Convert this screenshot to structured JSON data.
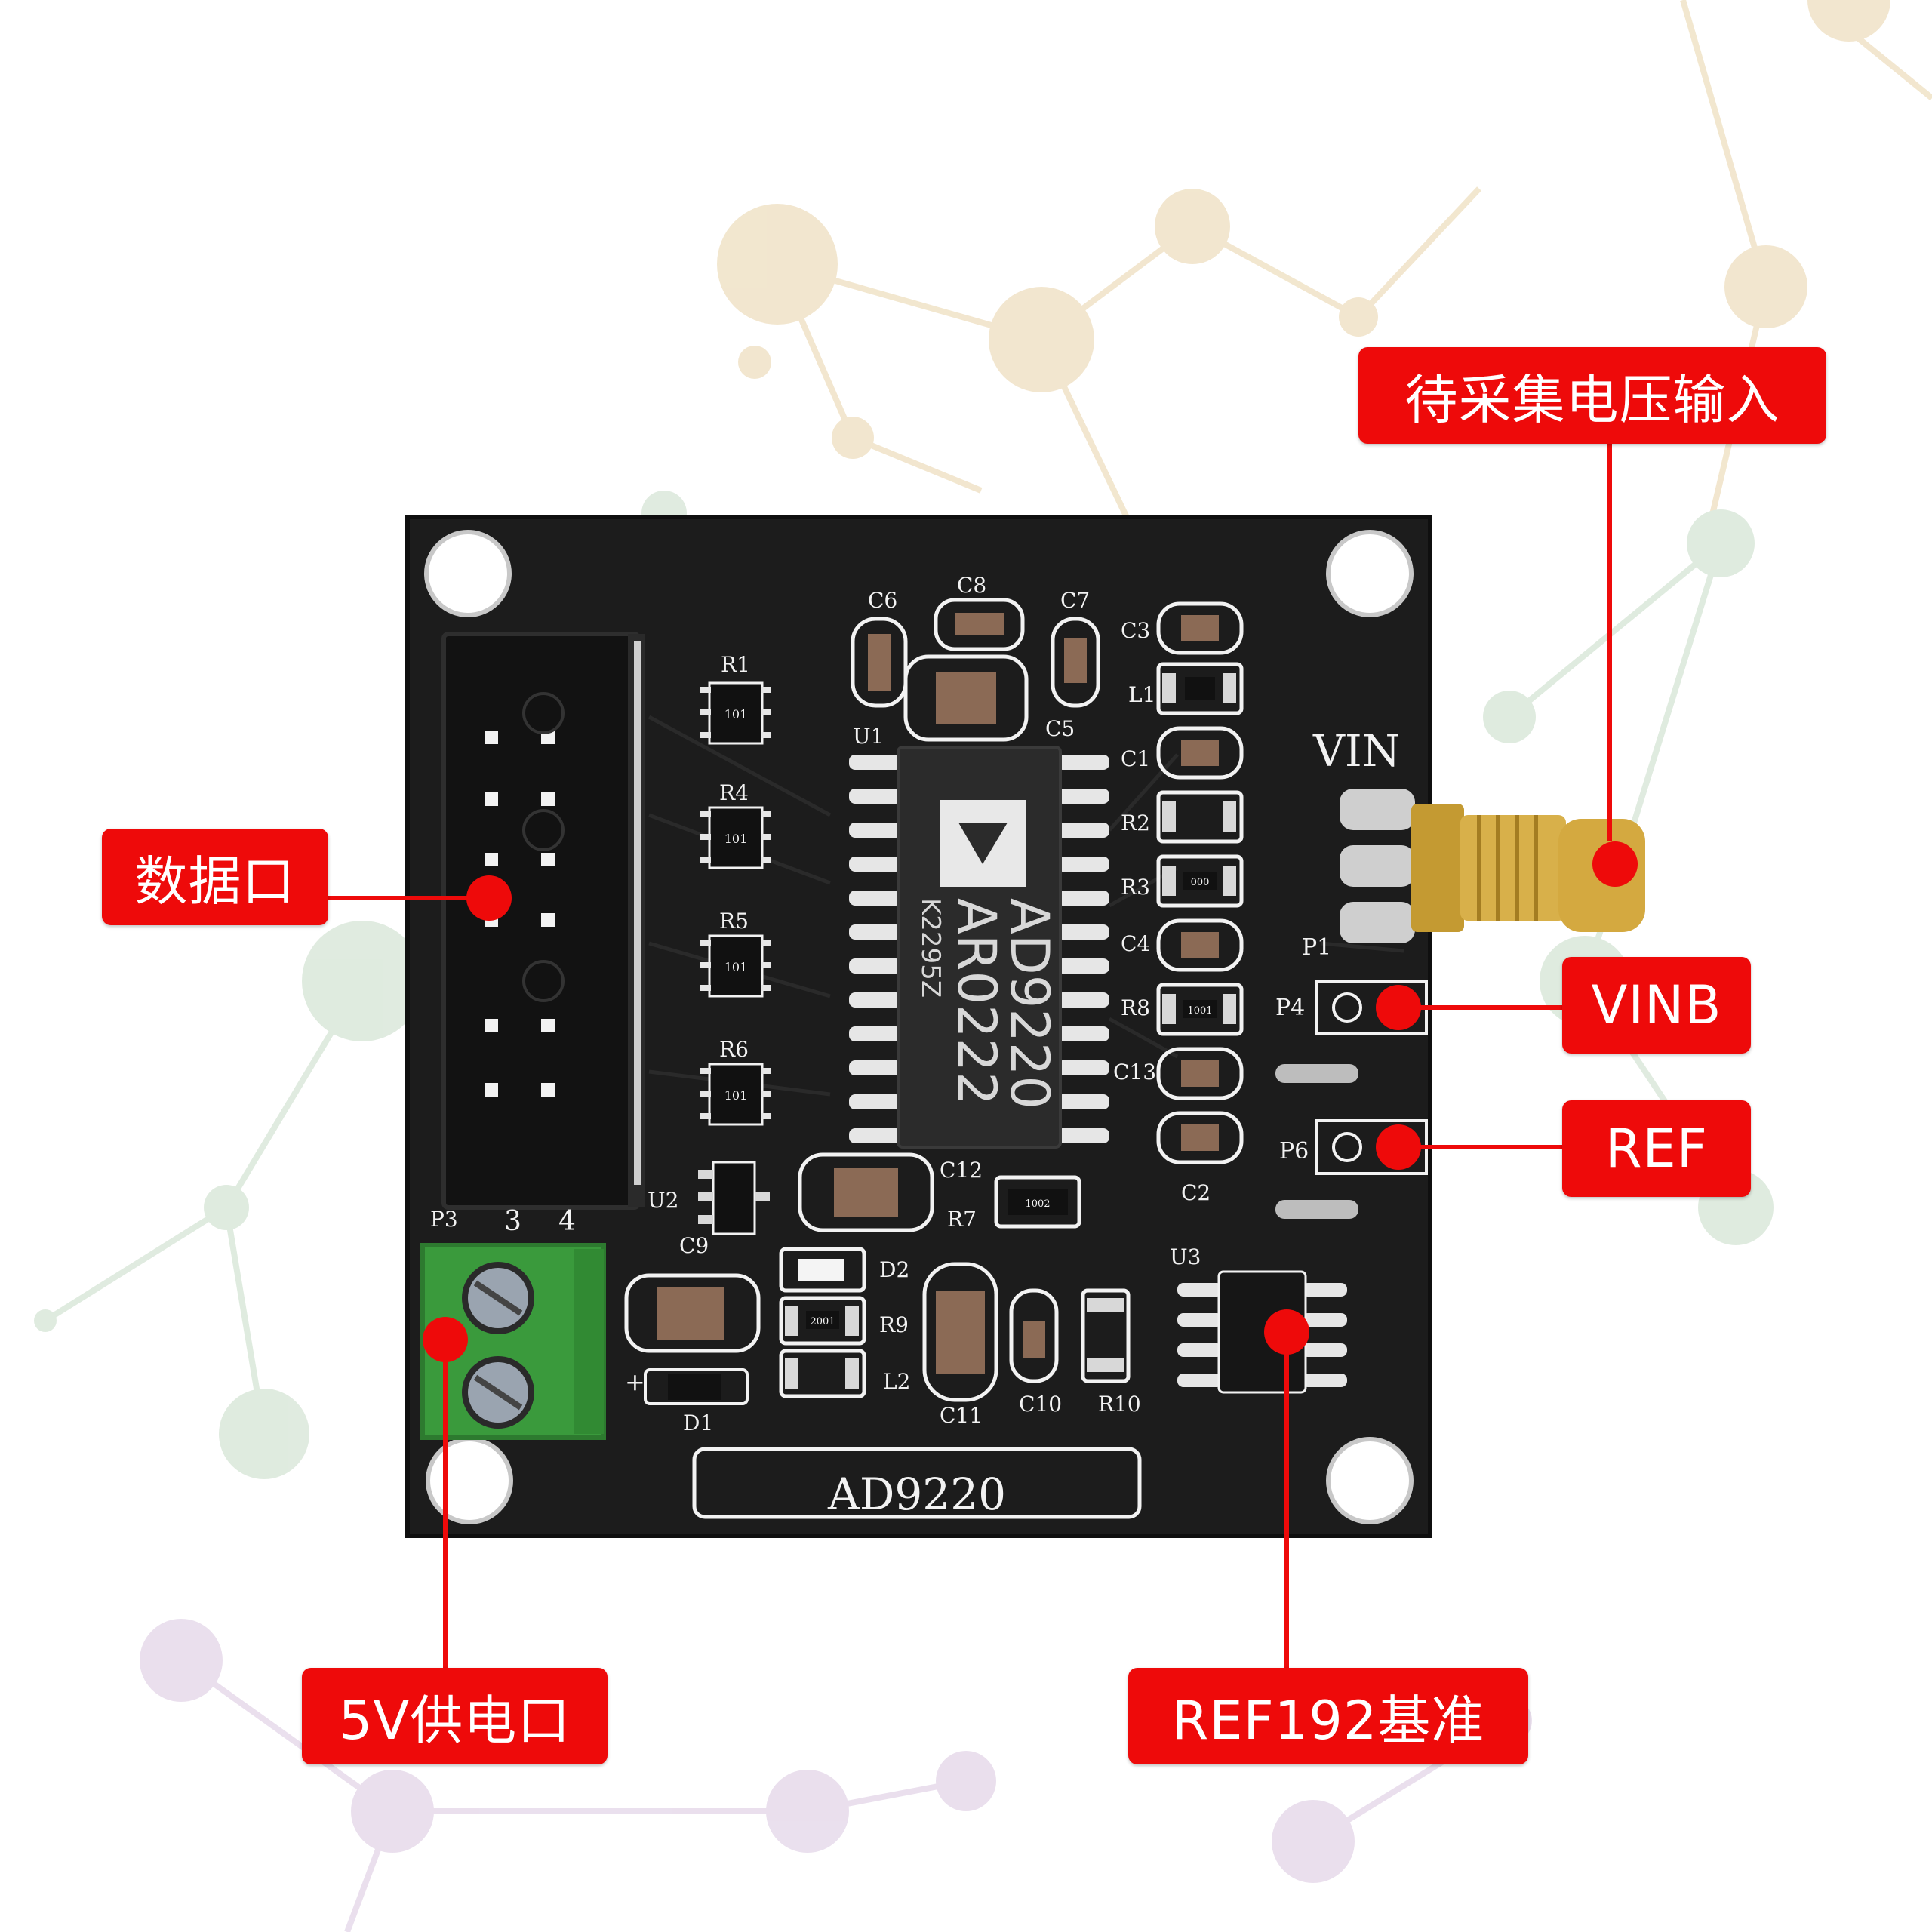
{
  "callouts": {
    "signal_input": "待采集电压输入",
    "data_port": "数据口",
    "vinb": "VINB",
    "ref": "REF",
    "power": "5V供电口",
    "ref192": "REF192基准"
  },
  "board": {
    "title": "AD9220",
    "vin_label": "VIN",
    "chip_line1": "AD9220",
    "chip_line2": "AR0222",
    "chip_line3": "K2295Z",
    "p1": "P1",
    "p3": "P3",
    "p4": "P4",
    "p6": "P6",
    "u1": "U1",
    "u2": "U2",
    "u3": "U3",
    "d1": "D1",
    "d2": "D2",
    "r1": "R1",
    "r2": "R2",
    "r3": "R3",
    "r4": "R4",
    "r5": "R5",
    "r6": "R6",
    "r7": "R7",
    "r8": "R8",
    "r9": "R9",
    "r10": "R10",
    "c1": "C1",
    "c2": "C2",
    "c3": "C3",
    "c4": "C4",
    "c5": "C5",
    "c6": "C6",
    "c7": "C7",
    "c8": "C8",
    "c9": "C9",
    "c10": "C10",
    "c11": "C11",
    "c12": "C12",
    "c13": "C13",
    "l1": "L1",
    "l2": "L2",
    "pin3": "3",
    "pin4": "4",
    "plus": "+",
    "code_101": "101",
    "code_000": "000",
    "code_1001": "1001",
    "code_2001": "2001",
    "code_1002": "1002"
  },
  "colors": {
    "callout_red": "#ee0a0a",
    "pcb_black": "#1c1c1c",
    "silkscreen": "#f2f2f2",
    "terminal_green": "#3a9a3c",
    "sma_gold": "#c9a23a"
  }
}
